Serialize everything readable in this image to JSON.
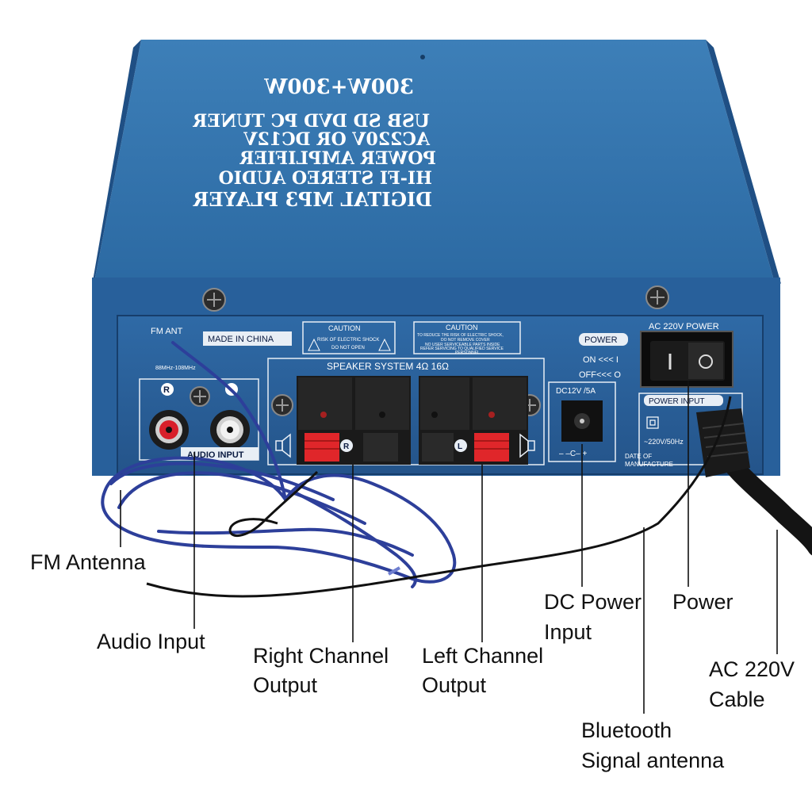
{
  "top_panel": {
    "lines": [
      "300W+300W",
      "USB SD DVD PC TUNER",
      "AC220V OR DC12V",
      "POWER AMPLIFIER",
      "HI-FI STEREO AUDIO",
      "DIGITAL MP3 PLAYER"
    ]
  },
  "panel": {
    "fm_ant": "FM ANT",
    "fm_band": "88MHz-108MHz",
    "made_in": "MADE IN CHINA",
    "caution_left_title": "CAUTION",
    "caution_left_line1": "RISK OF ELECTRIC SHOCK",
    "caution_left_line2": "DO NOT OPEN",
    "caution_right_title": "CAUTION",
    "caution_right_line1": "TO REDUCE THE RISK OF ELECTRIC SHOCK,",
    "caution_right_line2": "DO NOT REMOVE COVER",
    "caution_right_line3": "NO USER SERVICEABLE PARTS INSIDE",
    "caution_right_line4": "REFER SERVICING TO QUALIFIED SERVICE",
    "caution_right_line5": "PERSONNEL",
    "speaker_system": "SPEAKER SYSTEM 4Ω 16Ω",
    "rca_r": "R",
    "audio_input": "AUDIO INPUT",
    "term_r": "R",
    "term_l": "L",
    "power_label": "POWER",
    "on_label": "ON <<< I",
    "off_label": "OFF<<< O",
    "dc_label": "DC12V /5A",
    "dc_polarity": "–  –C–  +",
    "ac_power": "AC 220V POWER",
    "power_input": "POWER INPUT",
    "ac_rating": "~220V/50Hz",
    "date_line1": "DATE OF",
    "date_line2": "MANUFACTURE"
  },
  "callouts": {
    "fm_antenna": "FM Antenna",
    "audio_input": "Audio Input",
    "right_channel_1": "Right Channel",
    "right_channel_2": "Output",
    "left_channel_1": "Left Channel",
    "left_channel_2": "Output",
    "dc_power_1": "DC Power",
    "dc_power_2": "Input",
    "power": "Power",
    "ac_cable_1": "AC 220V",
    "ac_cable_2": "Cable",
    "bluetooth_1": "Bluetooth",
    "bluetooth_2": "Signal antenna"
  },
  "colors": {
    "case_blue": "#2f6fa8",
    "panel_blue": "#2a5f99",
    "cable_blue": "#2d3f9a",
    "terminal_red": "#e0262a"
  }
}
